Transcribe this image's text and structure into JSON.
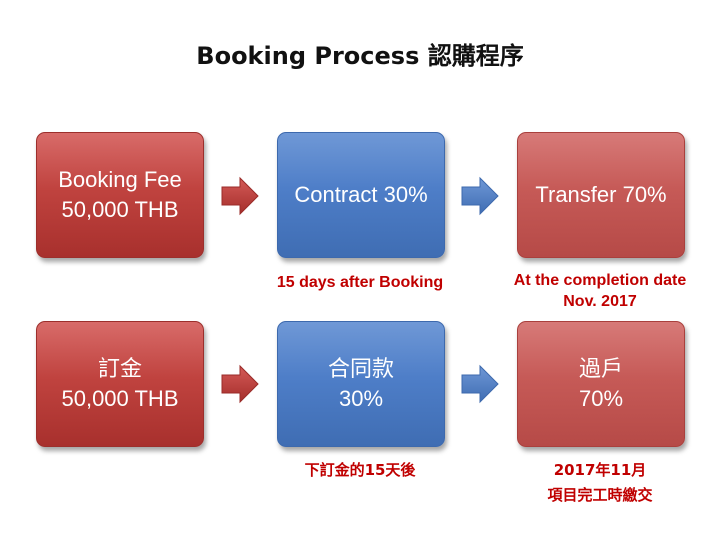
{
  "title": "Booking Process 認購程序",
  "colors": {
    "red_box": "#c0433f",
    "blue_box": "#4e7ec8",
    "rose_box": "#c65a57",
    "caption_text": "#c00000"
  },
  "row1": {
    "box1": {
      "line1": "Booking Fee",
      "line2": "50,000 THB"
    },
    "box2": {
      "line1": "Contract 30%"
    },
    "box3": {
      "line1": "Transfer 70%"
    },
    "caption2": {
      "line1": "15 days after Booking"
    },
    "caption3": {
      "line1": "At the completion date",
      "line2": "Nov. 2017"
    }
  },
  "row2": {
    "box1": {
      "line1": "訂金",
      "line2": "50,000 THB"
    },
    "box2": {
      "line1": "合同款",
      "line2": "30%"
    },
    "box3": {
      "line1": "過戶",
      "line2": "70%"
    },
    "caption2": {
      "line1": "下訂金的15天後"
    },
    "caption3": {
      "line1": "2017年11月",
      "line2": "項目完工時繳交"
    }
  },
  "icons": {
    "arrow": "arrow-right-icon"
  }
}
